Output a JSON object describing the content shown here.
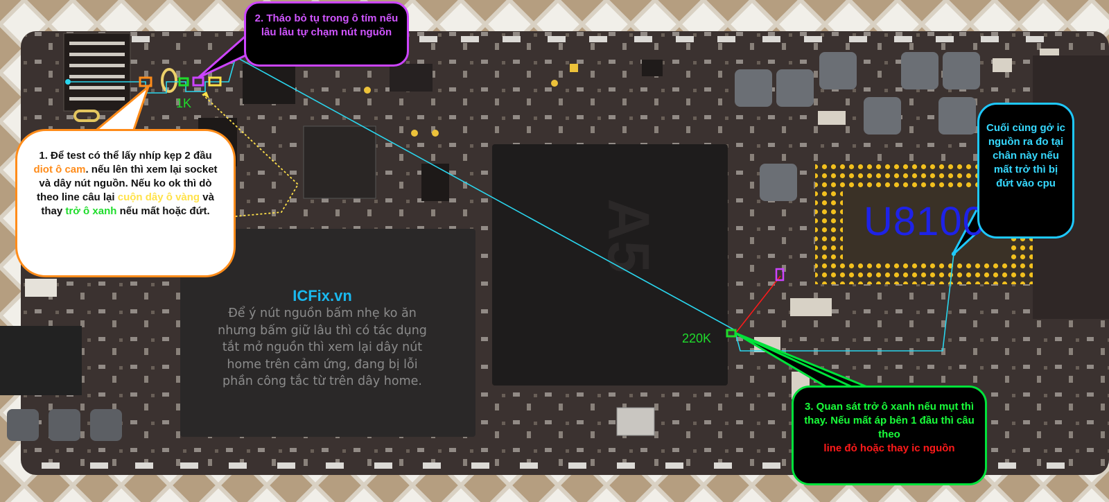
{
  "brand": "ICFix.vn",
  "note": "Để ý nút nguồn bấm nhẹ ko ăn nhưng bấm giữ lâu thì có tác dụng tắt mở nguồn thì xem lại dây nút home trên cảm ứng, đang bị lỗi phần công tắc từ trên dây home.",
  "labels": {
    "r1k": "1K",
    "r220k": "220K",
    "ic_name": "U8100",
    "chip_logo": "A5"
  },
  "callouts": {
    "step1": {
      "t1": "1. Để test có thể lấy nhíp kẹp 2 đầu ",
      "h1": "diot ô cam",
      "t2": ". nếu lên thì xem lại socket và dây nút nguồn. Nếu ko ok thì dò theo line câu lại ",
      "h2": "cuộn dây ô vàng",
      "t3": " và thay ",
      "h3": "trở ô xanh",
      "t4": " nếu mất hoặc đứt."
    },
    "step2": "2. Tháo bỏ tụ trong ô tím nếu lâu lâu tự chạm nút nguồn",
    "step3": {
      "t1": "3. Quan sát trở ô xanh nếu mụt thì thay. Nếu mất áp bên 1 đầu thì câu theo",
      "h1": "line đỏ hoặc thay ic nguồn"
    },
    "final": "Cuối cùng gở ic nguồn ra đo tại chân này nếu mất trở thì bị đứt vào cpu"
  },
  "colors": {
    "board": "#3b3230",
    "orange_box": "#ff8c1a",
    "purple_box": "#cc44ff",
    "green_box": "#1fdc2c",
    "yellow_box": "#ffe24a",
    "cyan_line": "#2ad6ee",
    "red_line": "#ff1a1a",
    "ic_text": "#1e22e8"
  }
}
